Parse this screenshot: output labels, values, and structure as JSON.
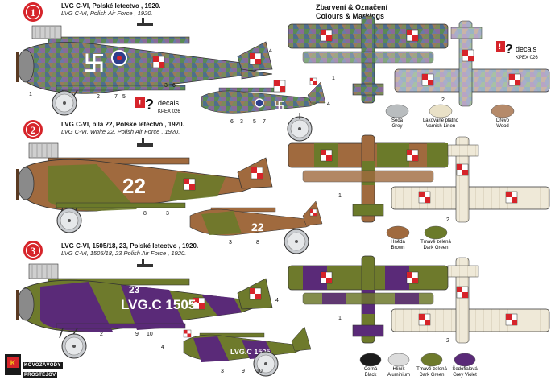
{
  "header": {
    "line1": "Zbarvení & Označení",
    "line2": "Colours & Markings"
  },
  "schemes": [
    {
      "number": "1",
      "title_cz": "LVG C-VI, Polské letectvo , 1920.",
      "title_en": "LVG C-VI, Polish Air Force , 1920."
    },
    {
      "number": "2",
      "title_cz": "LVG C-VI, bílá 22, Polské letectvo , 1920.",
      "title_en": "LVG C-VI, White 22, Polish Air Force , 1920."
    },
    {
      "number": "3",
      "title_cz": "LVG C-VI, 1505/18, 23, Polské letectvo , 1920.",
      "title_en": "LVG C-VI, 1505/18, 23 Polish Air Force , 1920."
    }
  ],
  "decals": [
    {
      "label": "decals",
      "code": "KPEX 026"
    },
    {
      "label": "decals",
      "code": "KPEX 026"
    }
  ],
  "aircraft_markings": {
    "s2_number": "22",
    "s3_number": "23",
    "s3_serial": "LVG.C 1505",
    "s3_serial_suffix": "18",
    "s3_small_serial": "LVG.C 1505"
  },
  "callouts": {
    "s1_side": [
      "1",
      "2",
      "7",
      "5",
      "3",
      "6",
      "4"
    ],
    "s1_small": [
      "6",
      "3",
      "5",
      "7",
      "4"
    ],
    "s1_plan": [
      "2",
      "1"
    ],
    "s2_side": [
      "8",
      "3"
    ],
    "s2_small": [
      "3",
      "8"
    ],
    "s2_plan": [
      "1",
      "2"
    ],
    "s3_side": [
      "2",
      "9",
      "10",
      "4"
    ],
    "s3_small": [
      "4",
      "3",
      "9",
      "10"
    ],
    "s3_plan": [
      "1",
      "2"
    ]
  },
  "swatches": {
    "s1": [
      {
        "cz": "Šedá",
        "en": "Grey",
        "color": "#b9bdbf"
      },
      {
        "cz": "Lakované plátno",
        "en": "Varnish Linen",
        "color": "#e9e1c7"
      },
      {
        "cz": "Dřevo",
        "en": "Wood",
        "color": "#b58a6a"
      }
    ],
    "s2": [
      {
        "cz": "Hnědá",
        "en": "Brown",
        "color": "#a06a3e"
      },
      {
        "cz": "Tmavě zelená",
        "en": "Dark Green",
        "color": "#6b7a2a"
      }
    ],
    "s3": [
      {
        "cz": "Černá",
        "en": "Black",
        "color": "#1c1c1c"
      },
      {
        "cz": "Hliník",
        "en": "Aluminium",
        "color": "#dcdcdc"
      },
      {
        "cz": "Tmavě zelená",
        "en": "Dark Green",
        "color": "#6e7a2c"
      },
      {
        "cz": "Šedofialová",
        "en": "Grey Violet",
        "color": "#5a2a78"
      }
    ]
  },
  "logo": {
    "line1": "KOVOZÁVODY",
    "line2": "PROSTĚJOV"
  },
  "colors": {
    "badge_red": "#d6242a",
    "lozenge_a": "#6a7aa6",
    "lozenge_b": "#5a8a54",
    "lozenge_c": "#8a6a9a",
    "brown": "#a06a3e",
    "green": "#6b7a2a",
    "violet": "#5a2a78",
    "linen": "#eee8d6"
  }
}
